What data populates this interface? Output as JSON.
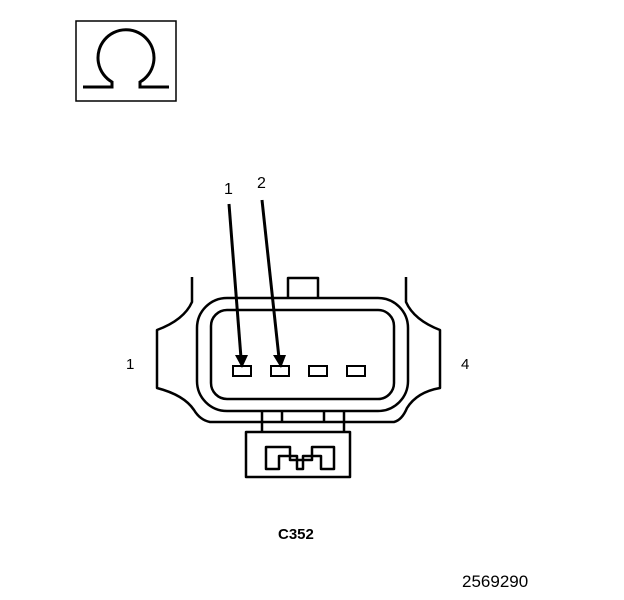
{
  "symbol": {
    "icon": "ohm-symbol-icon",
    "glyph": "Ω"
  },
  "connector": {
    "id": "C352",
    "cavity_count": 4,
    "end_labels": {
      "left": "1",
      "right": "4"
    },
    "callouts": [
      {
        "label": "1",
        "cavity": 1
      },
      {
        "label": "2",
        "cavity": 2
      }
    ]
  },
  "figure_number": "2569290"
}
